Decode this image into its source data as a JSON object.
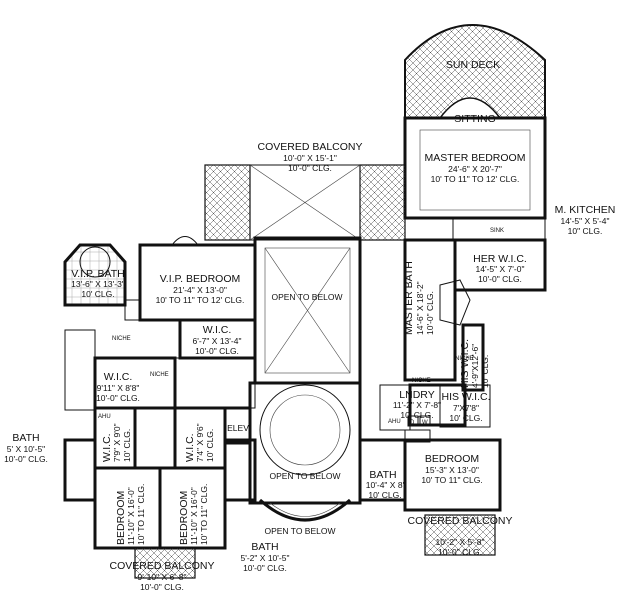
{
  "rooms": {
    "sun_deck": {
      "name": "SUN DECK"
    },
    "sitting": {
      "name": "SITTING"
    },
    "master_bedroom": {
      "name": "MASTER BEDROOM",
      "dims": "24'-6\" X 20'-7\"",
      "ceiling": "10' TO 11\" TO 12' CLG."
    },
    "covered_balcony_top": {
      "name": "COVERED BALCONY",
      "dims": "10'-0\" X 15'-1\"",
      "ceiling": "10'-0\" CLG."
    },
    "m_kitchen": {
      "name": "M. KITCHEN",
      "dims": "14'-5\" X 5'-4\"",
      "ceiling": "10\" CLG."
    },
    "her_wic": {
      "name": "HER W.I.C.",
      "dims": "14'-5\" X 7'-0\"",
      "ceiling": "10'-0\" CLG."
    },
    "vip_bath": {
      "name": "V.I.P. BATH",
      "dims": "13'-6\" X 13'-3\"",
      "ceiling": "10' CLG."
    },
    "vip_bedroom": {
      "name": "V.I.P. BEDROOM",
      "dims": "21'-4\" X 13'-0\"",
      "ceiling": "10' TO 11\" TO 12' CLG."
    },
    "open_to_below_1": {
      "name": "OPEN TO BELOW"
    },
    "master_bath": {
      "name": "MASTER BATH",
      "dims": "14'-6\" X 18'-2\"",
      "ceiling": "10'-0\" CLG."
    },
    "wic_center": {
      "name": "W.I.C.",
      "dims": "6'-7\" X 13'-4\"",
      "ceiling": "10'-0\" CLG."
    },
    "wic_left": {
      "name": "W.I.C.",
      "dims": "9'11\" X 8'8\"",
      "ceiling": "10'-0\" CLG."
    },
    "his_wic_vertical": {
      "name": "HIS W.I.C.",
      "dims": "4'-9\"X12'-6\"",
      "ceiling": "10' CLG."
    },
    "lndry": {
      "name": "LNDRY",
      "dims": "11'-2\" X 7'-8\"",
      "ceiling": "10' CLG."
    },
    "his_wic": {
      "name": "HIS W.I.C.",
      "dims": "7'X7'8\"",
      "ceiling": "10' CLG."
    },
    "bath_left": {
      "name": "BATH",
      "dims": "5' X 10'-5\"",
      "ceiling": "10'-0\" CLG."
    },
    "wic_a": {
      "name": "W.I.C.",
      "dims": "7'9\" X 9'0\"",
      "ceiling": "10' CLG."
    },
    "wic_b": {
      "name": "W.I.C.",
      "dims": "7'4\" X 9'6\"",
      "ceiling": "10' CLG."
    },
    "elev": {
      "name": "ELEV"
    },
    "open_to_below_2": {
      "name": "OPEN TO BELOW"
    },
    "bath_right": {
      "name": "BATH",
      "dims": "10'-4\" X 8'",
      "ceiling": "10' CLG."
    },
    "bedroom_right": {
      "name": "BEDROOM",
      "dims": "15'-3\" X 13'-0\"",
      "ceiling": "10' TO 11\" CLG."
    },
    "bedroom_a": {
      "name": "BEDROOM",
      "dims": "11'-10\" X 16'-0\"",
      "ceiling": "10' TO 11\" CLG."
    },
    "bedroom_b": {
      "name": "BEDROOM",
      "dims": "11'-10\" X 16'-0\"",
      "ceiling": "10' TO 11\" CLG."
    },
    "open_to_below_3": {
      "name": "OPEN TO BELOW"
    },
    "covered_balcony_right": {
      "name": "COVERED BALCONY",
      "dims": "10'-2\" X 5'-8\"",
      "ceiling": "10'-0\" CLG."
    },
    "covered_balcony_bottom": {
      "name": "COVERED BALCONY",
      "dims": "9'-10\" X 6'-8\"",
      "ceiling": "10'-0\" CLG."
    },
    "bath_bottom": {
      "name": "BATH",
      "dims": "5'-2\" X 10'-5\"",
      "ceiling": "10'-0\" CLG."
    }
  },
  "fixtures": {
    "niche": "NICHE",
    "ahu": "AHU",
    "sink": "SINK",
    "dryer": "D",
    "washer": "W"
  }
}
